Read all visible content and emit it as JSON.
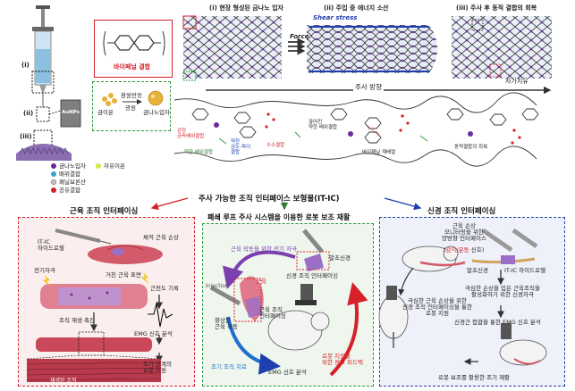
{
  "top": {
    "panel_i_title": "(i) 현장 형성된 금나노 입자",
    "panel_ii_title": "(ii) 주입 중 에너지 소산",
    "panel_iii_title": "(iii) 주사 후 동적 결합의 회복",
    "shear_stress": "Shear stress",
    "force": "Force",
    "injection_direction": "주사 방향",
    "self_healing": "자가치유",
    "syringe_labels": [
      "(i)",
      "(ii)",
      "(iii)"
    ],
    "aunps": "AuNPs",
    "biphenyl_bond": "바이페닐 결합",
    "gold_ion": "금이온",
    "reduction_label": "환원반응",
    "gold_np_short": "금나노입자",
    "uv_label": "광원",
    "legend": [
      "금나노입자",
      "자유이온",
      "배위결합",
      "페닐보론산",
      "공유결합"
    ],
    "chem_labels": {
      "strong_coord": "강한\n금속배위결합",
      "weak_coord": "약한 배위결합",
      "weak_gold_coord": "약한\n금도-파이\n결합",
      "hydrogen_bond": "수소결합",
      "broken_weak": "끊어진\n약한 배위결합",
      "biphenyl_rearr": "바이페닐 재배열",
      "dynamic_recovery": "동적결합의 회복"
    }
  },
  "center": {
    "main_title": "주사 가능한 조직 인터페이스 보형물(IT-IC)",
    "subtitle": "폐쇄 루프 주사 시스템을 이용한 로봇 보조 재활",
    "electric_stim": "근육 작동을 위한 전기 자극",
    "peripheral_nerve": "말초신경",
    "nerve_interface": "신경 조직 인터페이싱",
    "injection": "Injection",
    "muscle": "근육",
    "muscle_interface": "근육 조직\n인터페이싱",
    "enhanced_muscle": "향상된\n근육 작동",
    "early_treatment": "조기 조직 치료",
    "emg_analysis": "EMG 신호 분석",
    "feedback": "로봇 지원을\n위한 정보 피드백"
  },
  "left": {
    "title": "근육 조직 인터페이싱",
    "itic_hydrogel": "IT-IC\n하이드로젤",
    "muscle_injury": "체적 근육 손상",
    "electric_stim": "전기자극",
    "rough_surface": "거친 근육 표면",
    "emg_record": "근전도 기록",
    "regeneration": "조직 재생 촉진",
    "emg_analysis": "EMG 신호 분석",
    "early_robot": "초기 단계의\n로봇 지원",
    "regenerated": "재생된 조직"
  },
  "right": {
    "title": "신경 조직 인터페이싱",
    "nerve_damage": "근육 손상\n모니터링을 위한\n양방향 인터페이스",
    "sensor_motor_prefix": "(",
    "sensor_motor": "감각/운동",
    "sensor_motor_suffix": " 신호)",
    "peripheral": "말초신경",
    "hydrogel": "IT-IC 하이드로젤",
    "muscle_support": "극심한 손상을 입은 근육조직을\n활성화하기 위한 신경자극",
    "robot_support": "극심한 근육 손상을 위한\n신경 조직 인터페이싱을 통한\n로봇 지원",
    "neuromuscular": "신경근 접합을 통한 EMG 신호 분석",
    "robot_rehab": "로봇 보조를 활용한 조기 재활"
  }
}
